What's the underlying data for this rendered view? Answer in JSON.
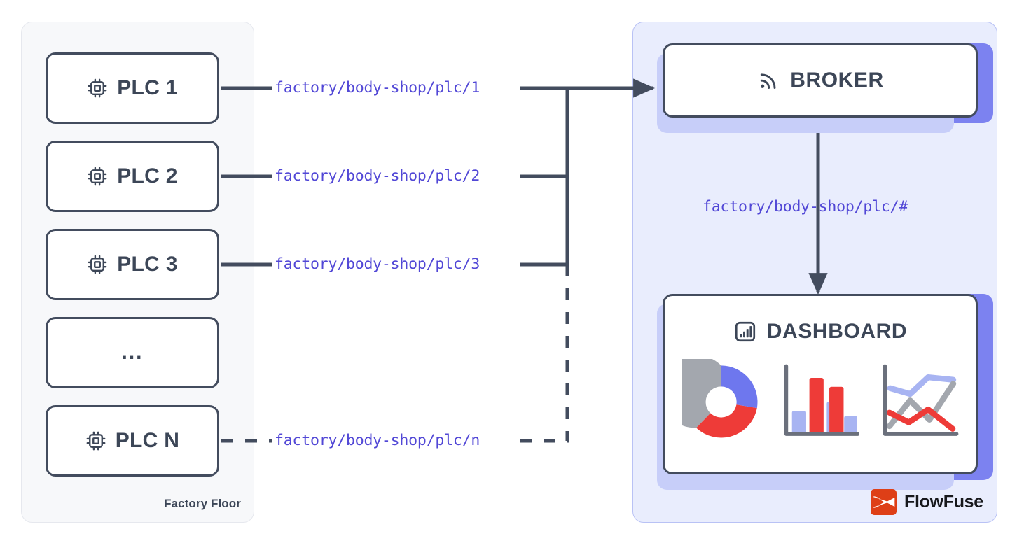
{
  "diagram": {
    "title": "MQTT Factory Floor to Broker to Dashboard",
    "colors": {
      "ink": "#3C4657",
      "stroke": "#434C5E",
      "topic_text": "#5147D6",
      "panel_left_bg": "#F7F8FA",
      "panel_left_border": "#E6E8EE",
      "panel_right_bg": "#E9EDFD",
      "panel_right_border": "#B9C2F5",
      "shadow_back": "#7C82F0",
      "shadow_front": "#C7CEF9",
      "chart_blue": "#A8B4F2",
      "chart_indigo": "#6E77EE",
      "chart_red": "#EE3B38",
      "chart_gray": "#A3A7AE",
      "brand_orange": "#DE3F17"
    }
  },
  "factory_panel": {
    "caption": "Factory Floor",
    "devices": [
      {
        "label": "PLC 1",
        "icon": "chip-icon",
        "has_icon": true
      },
      {
        "label": "PLC 2",
        "icon": "chip-icon",
        "has_icon": true
      },
      {
        "label": "PLC 3",
        "icon": "chip-icon",
        "has_icon": true
      },
      {
        "label": "...",
        "icon": "",
        "has_icon": false
      },
      {
        "label": "PLC N",
        "icon": "chip-icon",
        "has_icon": true
      }
    ]
  },
  "publish_topics": [
    {
      "text": "factory/body-shop/plc/1",
      "style": "solid"
    },
    {
      "text": "factory/body-shop/plc/2",
      "style": "solid"
    },
    {
      "text": "factory/body-shop/plc/3",
      "style": "solid"
    },
    {
      "text": "factory/body-shop/plc/n",
      "style": "dashed"
    }
  ],
  "subscribe_topic": {
    "text": "factory/body-shop/plc/#"
  },
  "broker": {
    "label": "BROKER",
    "icon": "rss-signal-icon"
  },
  "dashboard": {
    "label": "DASHBOARD",
    "icon": "bar-chart-icon",
    "charts": {
      "donut": {
        "type": "pie",
        "title": "",
        "categories": [
          "Indigo",
          "Red",
          "Gray"
        ],
        "values": [
          14,
          42,
          44
        ],
        "colors": [
          "#6E77EE",
          "#EE3B38",
          "#A3A7AE"
        ],
        "inner_radius_ratio": 0.42
      },
      "bars": {
        "type": "bar",
        "title": "",
        "categories": [
          "1",
          "2",
          "3",
          "4",
          "5"
        ],
        "values": [
          38,
          92,
          55,
          80,
          30
        ],
        "colors": [
          "#A8B4F2",
          "#EE3B38",
          "#A8B4F2",
          "#EE3B38",
          "#A8B4F2"
        ],
        "ylim": [
          0,
          100
        ],
        "xlabel": "",
        "ylabel": ""
      },
      "lines": {
        "type": "line",
        "title": "",
        "x": [
          0,
          1,
          2,
          3,
          4
        ],
        "series": [
          {
            "name": "blue",
            "color": "#A8B4F2",
            "values": [
              72,
              62,
              82,
              80,
              78
            ]
          },
          {
            "name": "gray",
            "color": "#A3A7AE",
            "values": [
              14,
              46,
              24,
              12,
              70
            ]
          },
          {
            "name": "red",
            "color": "#EE3B38",
            "values": [
              40,
              18,
              34,
              44,
              10
            ]
          }
        ],
        "ylim": [
          0,
          100
        ],
        "xlabel": "",
        "ylabel": ""
      }
    }
  },
  "brand": {
    "name": "FlowFuse",
    "mark": "flowfuse-logo-icon"
  }
}
